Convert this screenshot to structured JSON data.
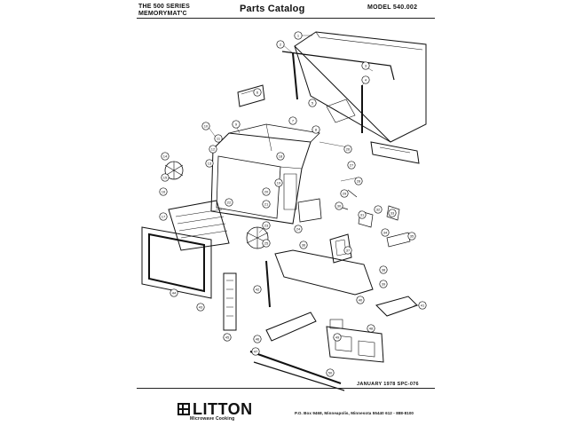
{
  "header": {
    "series_line1": "THE 500 SERIES",
    "series_line2": "MEMORYMAT'C",
    "title": "Parts Catalog",
    "model": "MODEL 540.002"
  },
  "footer": {
    "date": "JANUARY 1978   SPC-076",
    "brand": "LITTON",
    "brand_sub": "Microwave Cooking",
    "address": "P.O. Box 9468, Minneapolis, Minnesota 55440   612 - 888-8100"
  },
  "drawing": {
    "callouts": [
      {
        "label": "1"
      },
      {
        "label": "2"
      },
      {
        "label": "3"
      },
      {
        "label": "4"
      },
      {
        "label": "5"
      },
      {
        "label": "6"
      },
      {
        "label": "7"
      },
      {
        "label": "8"
      },
      {
        "label": "9"
      },
      {
        "label": "10"
      },
      {
        "label": "11"
      },
      {
        "label": "12"
      },
      {
        "label": "13"
      },
      {
        "label": "14"
      },
      {
        "label": "15"
      },
      {
        "label": "16"
      },
      {
        "label": "17"
      },
      {
        "label": "18"
      },
      {
        "label": "19"
      },
      {
        "label": "20"
      },
      {
        "label": "21"
      },
      {
        "label": "22"
      },
      {
        "label": "23"
      },
      {
        "label": "24"
      },
      {
        "label": "25"
      },
      {
        "label": "26"
      },
      {
        "label": "27"
      },
      {
        "label": "28"
      },
      {
        "label": "29"
      },
      {
        "label": "30"
      },
      {
        "label": "31"
      },
      {
        "label": "32"
      },
      {
        "label": "33"
      },
      {
        "label": "34"
      },
      {
        "label": "35"
      },
      {
        "label": "36"
      },
      {
        "label": "37"
      },
      {
        "label": "38"
      },
      {
        "label": "39"
      },
      {
        "label": "40"
      },
      {
        "label": "41"
      },
      {
        "label": "42"
      },
      {
        "label": "43"
      },
      {
        "label": "44"
      },
      {
        "label": "45"
      },
      {
        "label": "46"
      },
      {
        "label": "47"
      },
      {
        "label": "48"
      },
      {
        "label": "49"
      },
      {
        "label": "50"
      }
    ]
  }
}
